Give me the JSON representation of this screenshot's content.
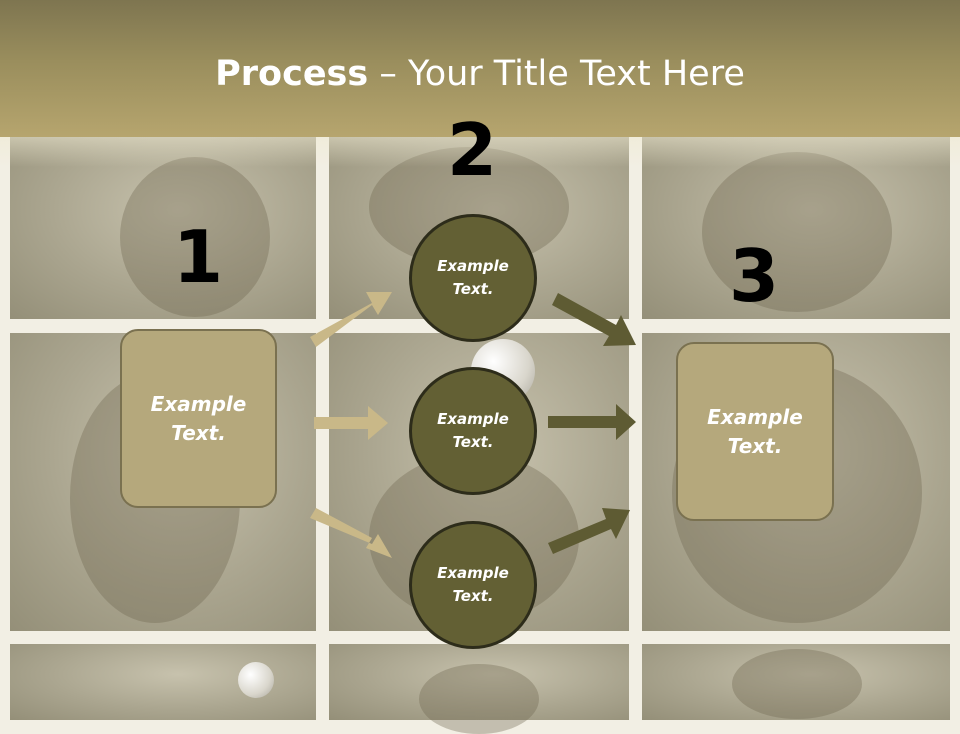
{
  "title": {
    "bold": "Process",
    "rest": " – Your Title Text Here"
  },
  "steps": [
    {
      "number": "1",
      "box_text_line1": "Example",
      "box_text_line2": "Text."
    },
    {
      "number": "2"
    },
    {
      "number": "3",
      "box_text_line1": "Example",
      "box_text_line2": "Text."
    }
  ],
  "circles": [
    {
      "line1": "Example",
      "line2": "Text."
    },
    {
      "line1": "Example",
      "line2": "Text."
    },
    {
      "line1": "Example",
      "line2": "Text."
    }
  ],
  "colors": {
    "header": "#a89a66",
    "box_fill": "#b5a87c",
    "circle_fill": "#636034",
    "light_arrow": "#c9b888",
    "dark_arrow": "#5e5b33"
  }
}
